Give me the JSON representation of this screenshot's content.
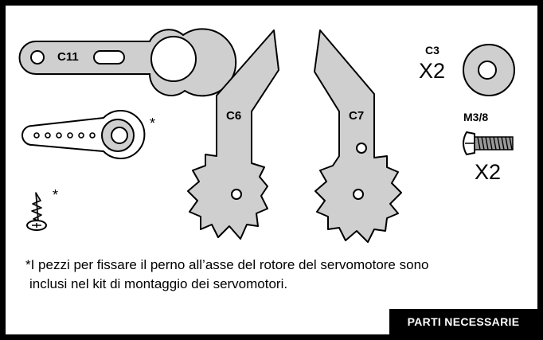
{
  "labels": {
    "c11": "C11",
    "c6": "C6",
    "c7": "C7",
    "c3": "C3",
    "c3_qty": "X2",
    "m3": "M3/8",
    "m3_qty": "X2",
    "asterisk": "*"
  },
  "note": {
    "line1": "*I pezzi per fissare il perno all’asse del rotore del servomotore sono",
    "line2": "inclusi nel kit di montaggio dei servomotori."
  },
  "footer": {
    "title": "PARTI NECESSARIE"
  },
  "colors": {
    "part_fill": "#cfcfcf",
    "outline": "#000000",
    "border": "#000000",
    "footer_bg": "#000000",
    "footer_text": "#ffffff"
  }
}
